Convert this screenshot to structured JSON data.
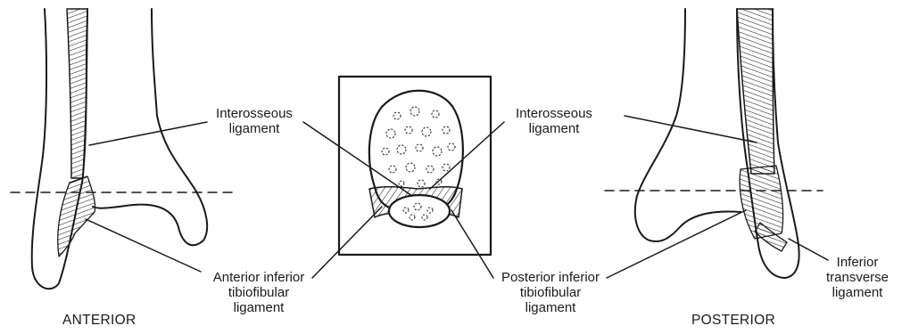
{
  "colors": {
    "ink": "#1a1a1a",
    "background": "#ffffff"
  },
  "labels": {
    "interosseous_left": [
      "Interosseous",
      "ligament"
    ],
    "interosseous_right": [
      "Interosseous",
      "ligament"
    ],
    "anterior_inferior": [
      "Anterior inferior",
      "tibiofibular",
      "ligament"
    ],
    "posterior_inferior": [
      "Posterior inferior",
      "tibiofibular",
      "ligament"
    ],
    "inferior_transverse": [
      "Inferior",
      "transverse",
      "ligament"
    ]
  },
  "captions": {
    "anterior": "ANTERIOR",
    "posterior": "POSTERIOR"
  }
}
